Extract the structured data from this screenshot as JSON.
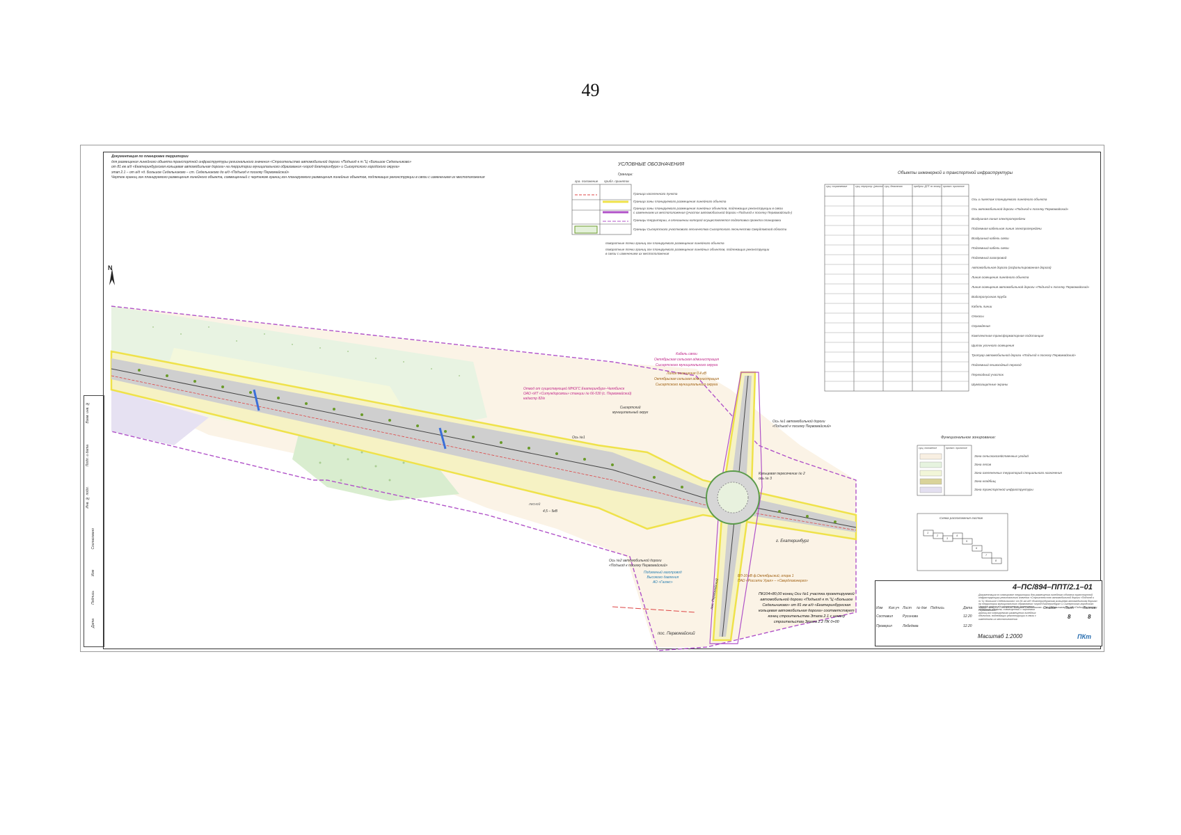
{
  "page": {
    "number": "49"
  },
  "header": {
    "lines": [
      "Документация по планировке территории",
      "для размещения линейного объекта транспортной инфраструктуры регионального значения «Строительство автомобильной дороги «Подъезд к т.\"Ц «Большое Седельниково»",
      "от 81 км а/д «Екатеринбургская кольцевая автомобильная дорога» на территории муниципального образования «город Екатеринбург» и Сысертского городского округа»",
      "этап 2.1 – от а/д «д. Большое Седельниково – ст. Седельниково до а/д «Подъезд к поселку Первомайский»",
      "Чертеж границ зон планируемого размещения линейного объекта, совмещенный с чертежом границ зон планируемого размещения линейных объектов, подлежащих реконструкции в связи с изменением их местоположения"
    ]
  },
  "legend": {
    "title": "УСЛОВНЫЕ ОБОЗНАЧЕНИЯ",
    "borders_title": "Границы:",
    "col_headers": [
      "гра. положение",
      "прибл. принятое"
    ],
    "items": [
      "Граница населенного пункта",
      "Граница зоны планируемого размещения линейного объекта",
      "Граница зоны планируемого размещения линейных объектов, подлежащих реконструкции в связи",
      "с изменением их местоположения (участок автомобильной дороги «Подъезд к поселку Первомайский»)",
      "Границы территории, в отношении которой осуществляется подготовка проекта планировки",
      "Границы Сысертского участкового лесничества Сысертского лесничества Свердловской области"
    ],
    "notes": [
      "поворотные точки границ зон планируемого размещения линейного объекта",
      "поворотные точки границ зон планируемого размещения линейных объектов, подлежащих реконструкции",
      "в связи с изменением их местоположения"
    ]
  },
  "infra_legend": {
    "title": "Объекты инженерной и транспортной инфраструктуры",
    "col_headers": [
      "сущ. сохраняемые",
      "сущ. переустр. (реконстр.)",
      "сущ. демонтаж",
      "предусм. ДПТ по этапу 2.2",
      "проект. принятое"
    ],
    "items": [
      "Ось и пикетаж планируемого линейного объекта",
      "Ось автомобильной дороги «Подъезд к поселку Первомайский»",
      "Воздушная линия электропередачи",
      "Подземная кабельная линия электропередачи",
      "Воздушный кабель связи",
      "Подземный кабель связи",
      "Подземный газопровод",
      "Автомобильная дорога (асфальтированная дорога)",
      "Линия освещения линейного объекта",
      "Линия освещения автомобильной дороги «Подъезд к поселку Первомайский»",
      "Водопропускная труба",
      "Кабель линии",
      "Откосы",
      "Ограждения",
      "Комплектная трансформаторная подстанция",
      "Щиток уличного освещения",
      "Тротуар автомобильной дороги «Подъезд к поселку Первомайский»",
      "Подземный пешеходный переход",
      "Переходный участок",
      "Шумозащитные экраны"
    ]
  },
  "zoning": {
    "title": "Функциональное зонирование:",
    "col_headers": [
      "сущ. положение",
      "проект. принятое"
    ],
    "items": [
      {
        "label": "Зона сельскохозяйственных угодий",
        "color": "#f8efe2"
      },
      {
        "label": "Зона лесов",
        "color": "#e6f3df"
      },
      {
        "label": "Зона озелененных территорий специального назначения",
        "color": "#f2f6d8"
      },
      {
        "label": "Зона кладбищ",
        "color": "#d9d39a"
      },
      {
        "label": "Зона транспортной инфраструктуры",
        "color": "#e3dff0"
      }
    ]
  },
  "sheets_scheme": {
    "title": "Схема расположения листов",
    "sheets": [
      "1",
      "2",
      "3",
      "4",
      "5",
      "6",
      "7",
      "8"
    ]
  },
  "map_labels": {
    "comm_cable": [
      "Кабель связи",
      "Октябрьская сельская администрация",
      "Сысертского муниципального округа"
    ],
    "light_line": [
      "Линия освещения 0.4 кВ",
      "Октябрьская сельская администрация",
      "Сысертского муниципального округа"
    ],
    "branch": [
      "Отвод от существующей МНОГС Екатеринбург–Челябинск",
      "ОАО «ИТ «Ситуждорсвязь» станции № 66-530 (с. Первомайский)",
      "кадастр 82/e"
    ],
    "sysert": [
      "Сысертский",
      "муниципальный округ"
    ],
    "axis1": "Ось №1",
    "axis1_road": [
      "Ось №1 автомобильной дороги",
      "«Подъезд к поселку Первомайский»"
    ],
    "ring": [
      "Кольцевая пересечение № 2",
      "ось № 3"
    ],
    "ekb": "г. Екатеринбург",
    "axis2_road": [
      "Ось №2 автомобильной дороги",
      "«Подъезд к поселку Первомайский»"
    ],
    "gas": [
      "Подземный газопровод",
      "Высокого давления",
      "АО «Газэкс»"
    ],
    "vl10": [
      "ВЛ-10 кВ ф.Октябрьский, опора 1",
      "ПАО «Россети Урал» – «Свердловэнерго»"
    ],
    "pk": [
      "ПК104+80,00 конец Оси №1 участка проектируемой",
      "автомобильной дороги «Подъезд к т.\"Ц «Большое",
      "Седельниково» от 81 км а/д «Екатеринбургская",
      "кольцевая автомобильная дорога» соответствует",
      "конец строительства Этапа 2.1 с началу",
      "строительства Этапа 2.2 ПК 0+00"
    ],
    "pervomaysky": "пос. Первомайский",
    "road_name": "пос. Первомайский",
    "kv": "4,5 – 5кВ",
    "forest": "лесной"
  },
  "title_block": {
    "code": "4–ПС/894–ППТ/2.1–01",
    "description": "Документация по планировке территории для размещения линейного объекта транспортной инфраструктуры регионального значения «Строительство автомобильной дороги «Подъезд к т.\"Ц «Большое Седельниково» от 81 км а/д «Екатеринбургская кольцевая автомобильная дорога» на территории муниципального образования «город Екатеринбург» и Сысертского городского округа» этап 2.1 – от а/д «д. Большое Седельниково – ст. Седельниково до а/д «Подъезд к поселку Первомайский»",
    "sheet_desc": "Чертеж границ зон планируемого размещения линейного объекта, совмещенный с чертежом границ зон планируемого размещения линейных объектов, подлежащих реконструкции в связи с изменением их местоположения",
    "rows_header": [
      "Изм",
      "Кол.уч",
      "Лист",
      "№ док",
      "Подпись",
      "Дата"
    ],
    "composed": {
      "role": "Составил",
      "name": "Русинова",
      "date": "12.20"
    },
    "checked": {
      "role": "Проверил",
      "name": "Лебедева",
      "date": "12.20"
    },
    "stage_label": "Стадия",
    "sheet_label": "Лист",
    "sheets_label": "Листов",
    "sheet": "8",
    "sheets": "8",
    "scale": "Масштаб 1:2000",
    "company": "ПКт"
  },
  "side_stamp": [
    "Взам. инв. №",
    "Подп. и дата",
    "Инв. № подл.",
    "Согласовано",
    "Изм",
    "Подпись",
    "Дата"
  ],
  "north": "N"
}
